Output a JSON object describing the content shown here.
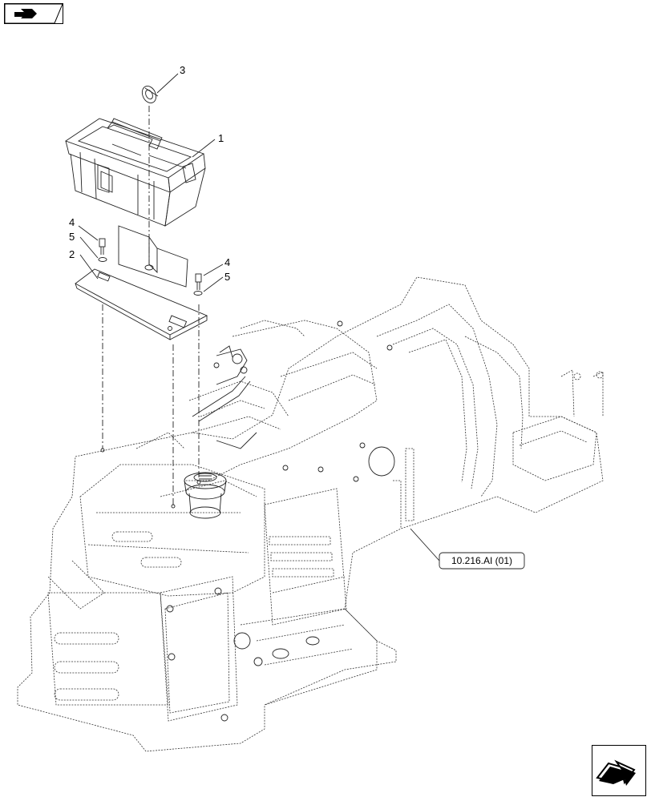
{
  "callouts": {
    "c1": "1",
    "c2": "2",
    "c3": "3",
    "c4a": "4",
    "c4b": "4",
    "c5a": "5",
    "c5b": "5"
  },
  "reference": {
    "label": "10.216.AI (01)"
  },
  "navigation": {
    "back_icon": "previous-page-arrow-icon",
    "next_icon": "next-page-arrow-icon"
  }
}
